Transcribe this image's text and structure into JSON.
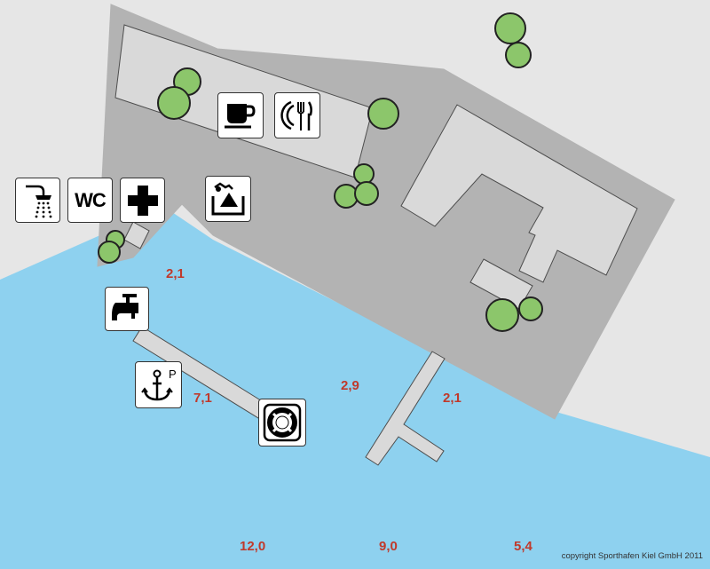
{
  "colors": {
    "land": "#e6e6e6",
    "water": "#8ed1ef",
    "paved_area": "#b3b3b3",
    "building": "#d9d9d9",
    "outline": "#4d4d4d",
    "tree": "#8cc66b",
    "depth_text": "#c0392b"
  },
  "facilities": [
    {
      "id": "shower",
      "icon": "shower-icon"
    },
    {
      "id": "wc",
      "label": "WC"
    },
    {
      "id": "first_aid",
      "icon": "first-aid-cross-icon"
    },
    {
      "id": "waste_disposal",
      "icon": "waste-disposal-icon"
    },
    {
      "id": "cafe",
      "icon": "coffee-cup-icon"
    },
    {
      "id": "restaurant",
      "icon": "restaurant-icon"
    },
    {
      "id": "water_tap",
      "icon": "water-tap-icon"
    },
    {
      "id": "anchor_parking",
      "icon": "anchor-icon",
      "label": "P"
    },
    {
      "id": "lifebuoy",
      "icon": "lifebuoy-icon"
    }
  ],
  "depths": [
    "2,1",
    "7,1",
    "2,9",
    "2,1",
    "12,0",
    "9,0",
    "5,4"
  ],
  "copyright": "copyright Sporthafen Kiel GmbH 2011"
}
